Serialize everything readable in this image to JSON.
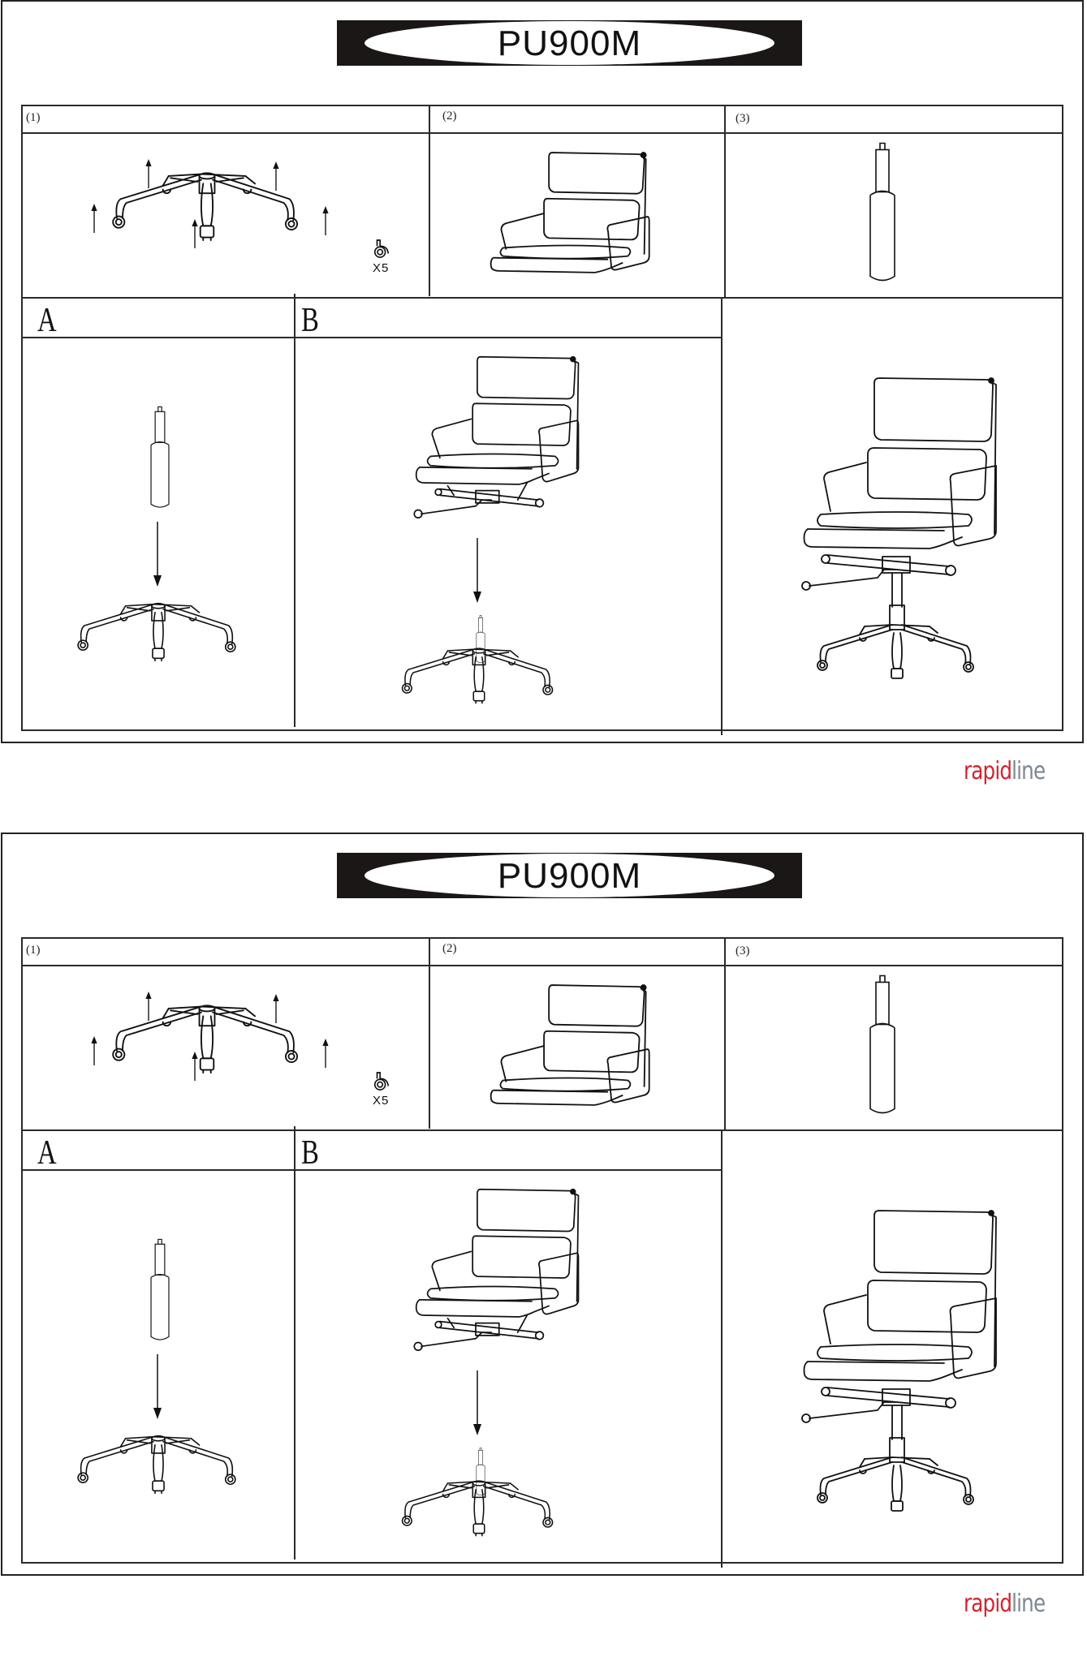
{
  "pages": [
    {
      "title": "PU900M",
      "steps": {
        "step1": {
          "label": "(1)",
          "caster_count": "X5"
        },
        "step2": {
          "label": "(2)"
        },
        "step3": {
          "label": "(3)"
        },
        "stepA": {
          "label": "A"
        },
        "stepB": {
          "label": "B"
        }
      },
      "logo": {
        "part1": "rapid",
        "part2": "line"
      }
    },
    {
      "title": "PU900M",
      "steps": {
        "step1": {
          "label": "(1)",
          "caster_count": "X5"
        },
        "step2": {
          "label": "(2)"
        },
        "step3": {
          "label": "(3)"
        },
        "stepA": {
          "label": "A"
        },
        "stepB": {
          "label": "B"
        }
      },
      "logo": {
        "part1": "rapid",
        "part2": "line"
      }
    }
  ],
  "colors": {
    "logo_red": "#d4232f",
    "logo_gray": "#7d8792",
    "title_bar": "#1a1716"
  },
  "illustrations": {
    "step1": "star-base-with-caster-arrows",
    "step2": "seat-and-backrest",
    "step3": "gas-lift-cylinder",
    "stepA": "insert-gas-lift-into-base",
    "stepB": "mount-seat-onto-base",
    "result": "assembled-chair"
  }
}
